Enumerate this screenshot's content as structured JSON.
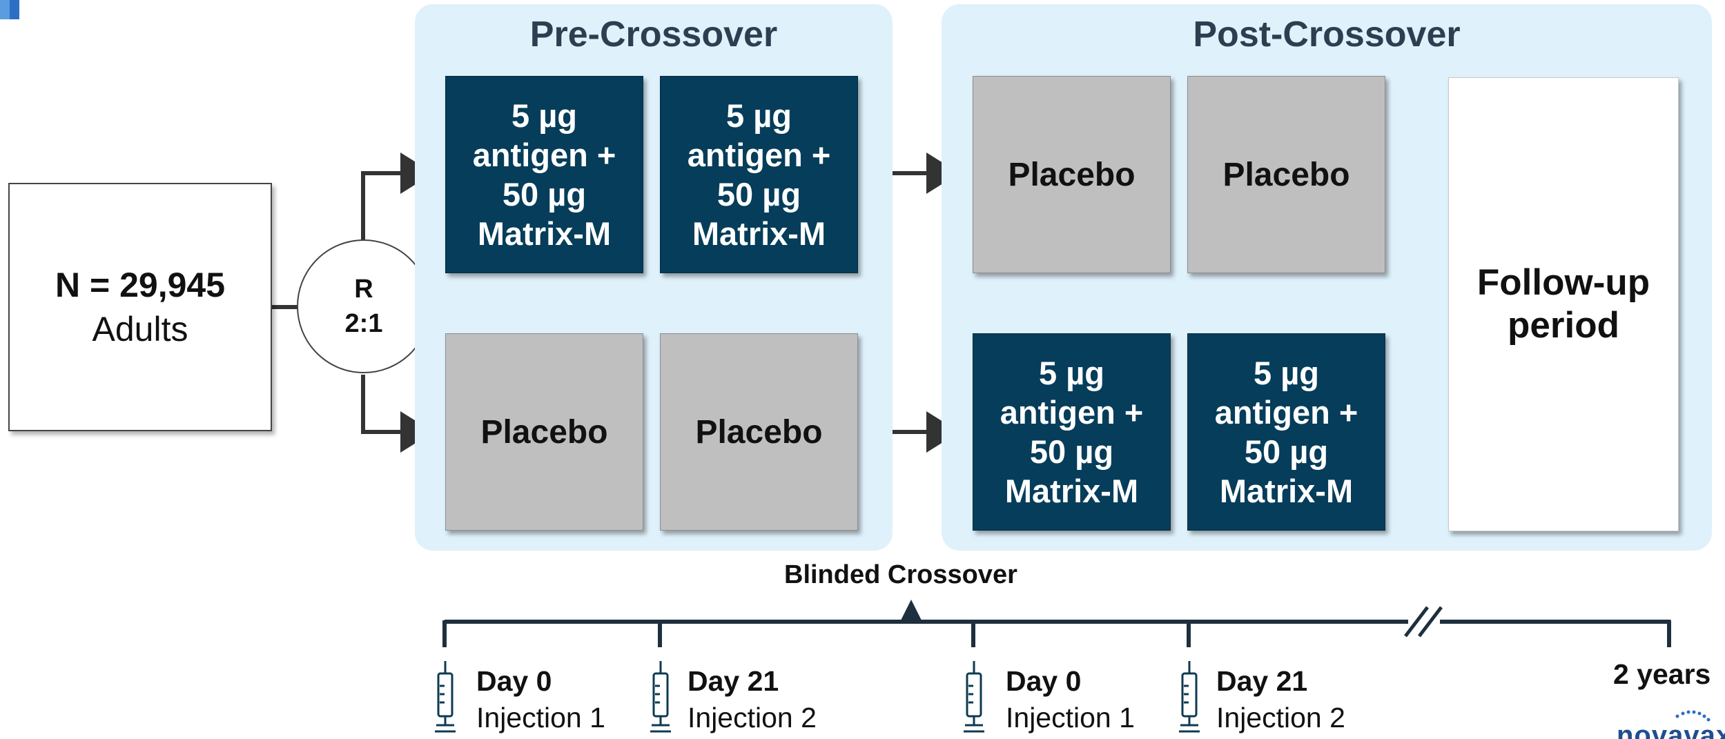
{
  "enrollment": {
    "n_value": "N = 29,945",
    "population": "Adults"
  },
  "randomization": {
    "label": "R",
    "ratio": "2:1"
  },
  "pre_crossover": {
    "title": "Pre-Crossover",
    "top_row": [
      {
        "lines": [
          "5 µg",
          "antigen +",
          "50 µg",
          "Matrix-M"
        ]
      },
      {
        "lines": [
          "5 µg",
          "antigen +",
          "50 µg",
          "Matrix-M"
        ]
      }
    ],
    "bottom_row": [
      "Placebo",
      "Placebo"
    ]
  },
  "post_crossover": {
    "title": "Post-Crossover",
    "top_row": [
      "Placebo",
      "Placebo"
    ],
    "bottom_row": [
      {
        "lines": [
          "5 µg",
          "antigen +",
          "50 µg",
          "Matrix-M"
        ]
      },
      {
        "lines": [
          "5 µg",
          "antigen +",
          "50 µg",
          "Matrix-M"
        ]
      }
    ],
    "followup": {
      "lines": [
        "Follow-up",
        "period"
      ]
    }
  },
  "timeline": {
    "crossover_label": "Blinded Crossover",
    "ticks": [
      {
        "day": "Day 0",
        "injection": "Injection 1"
      },
      {
        "day": "Day 21",
        "injection": "Injection 2"
      },
      {
        "day": "Day 0",
        "injection": "Injection 1"
      },
      {
        "day": "Day 21",
        "injection": "Injection 2"
      }
    ],
    "end_label": "2 years"
  },
  "logo": {
    "text": "novavax"
  },
  "colors": {
    "panel_bg": "#dff1fb",
    "vaccine_box": "#053d5a",
    "placebo_box": "#bfbfbf",
    "title_text": "#2c3f50",
    "arrow": "#333333",
    "timeline": "#1e2f3d",
    "corner_mark": "#2d6fc4"
  }
}
